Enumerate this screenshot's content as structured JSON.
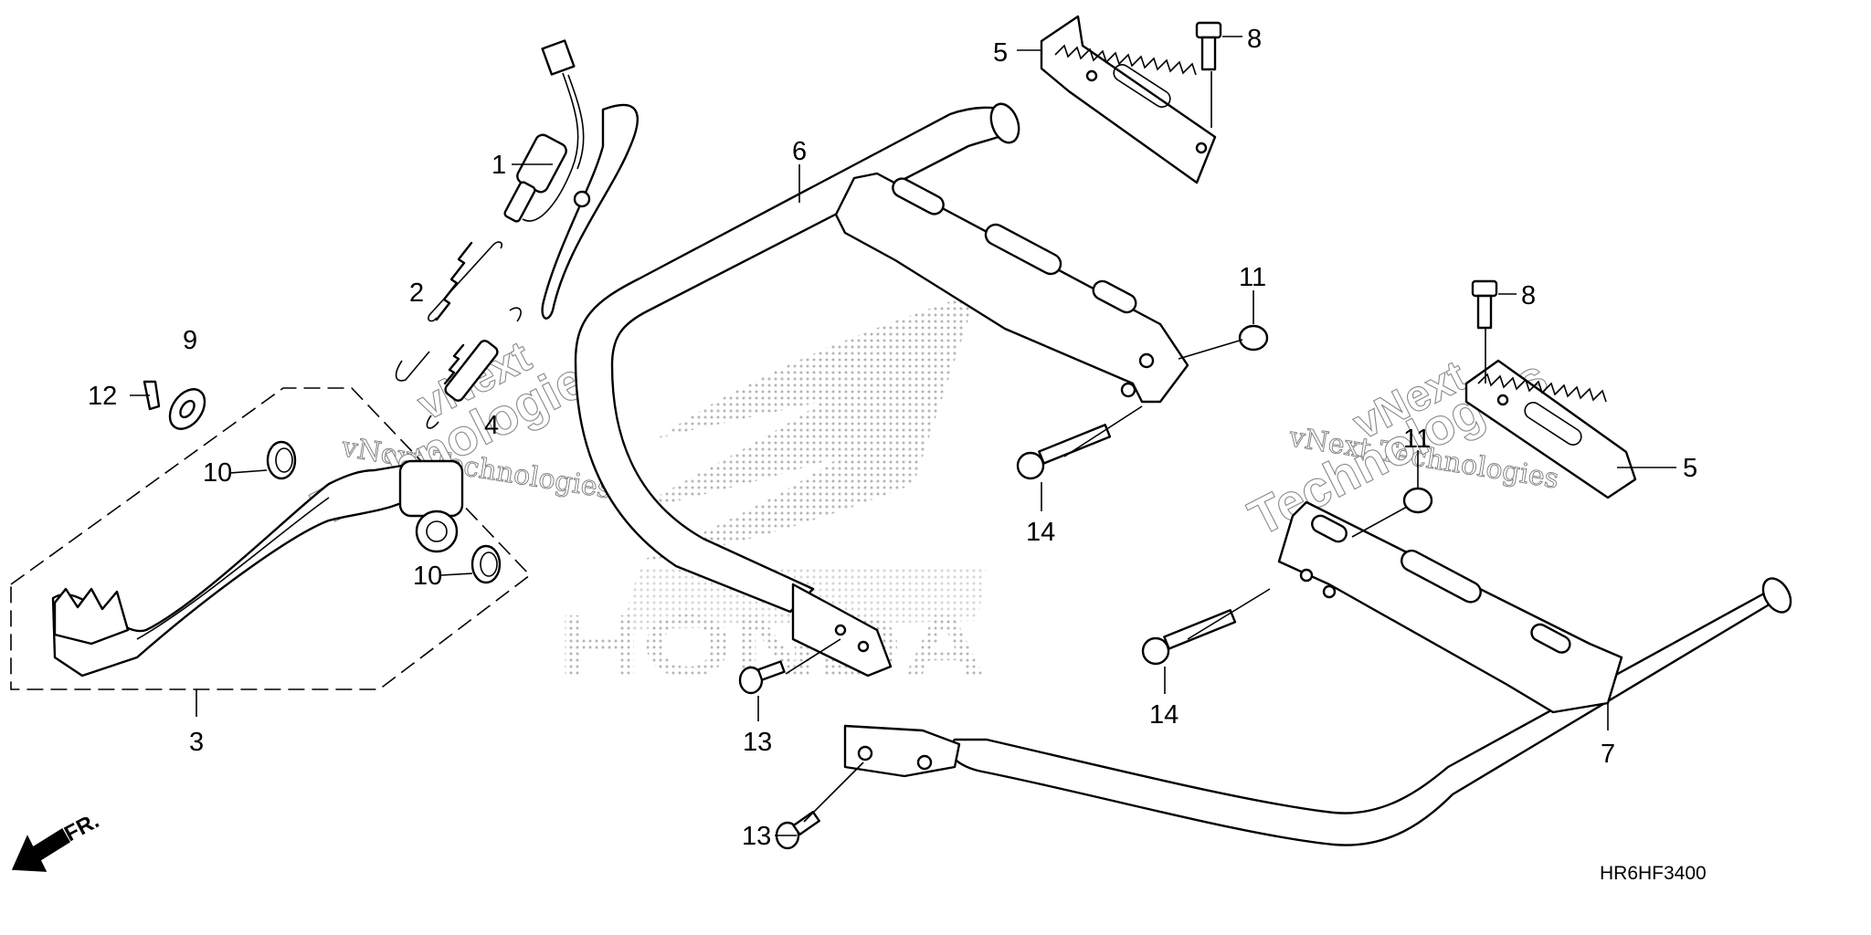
{
  "callouts": [
    {
      "id": "c1",
      "text": "1"
    },
    {
      "id": "c2",
      "text": "2"
    },
    {
      "id": "c3",
      "text": "3"
    },
    {
      "id": "c4",
      "text": "4"
    },
    {
      "id": "c5a",
      "text": "5"
    },
    {
      "id": "c5b",
      "text": "5"
    },
    {
      "id": "c6",
      "text": "6"
    },
    {
      "id": "c7",
      "text": "7"
    },
    {
      "id": "c8a",
      "text": "8"
    },
    {
      "id": "c8b",
      "text": "8"
    },
    {
      "id": "c9",
      "text": "9"
    },
    {
      "id": "c10a",
      "text": "10"
    },
    {
      "id": "c10b",
      "text": "10"
    },
    {
      "id": "c11a",
      "text": "11"
    },
    {
      "id": "c11b",
      "text": "11"
    },
    {
      "id": "c12",
      "text": "12"
    },
    {
      "id": "c13a",
      "text": "13"
    },
    {
      "id": "c13b",
      "text": "13"
    },
    {
      "id": "c14a",
      "text": "14"
    },
    {
      "id": "c14b",
      "text": "14"
    }
  ],
  "diagram_code": "HR6HF3400",
  "front_indicator": "FR.",
  "watermark": {
    "brand": "HONDA",
    "company": "vNext Technologies",
    "stamp_line1": "vNext",
    "stamp_line2": "Technologies"
  }
}
